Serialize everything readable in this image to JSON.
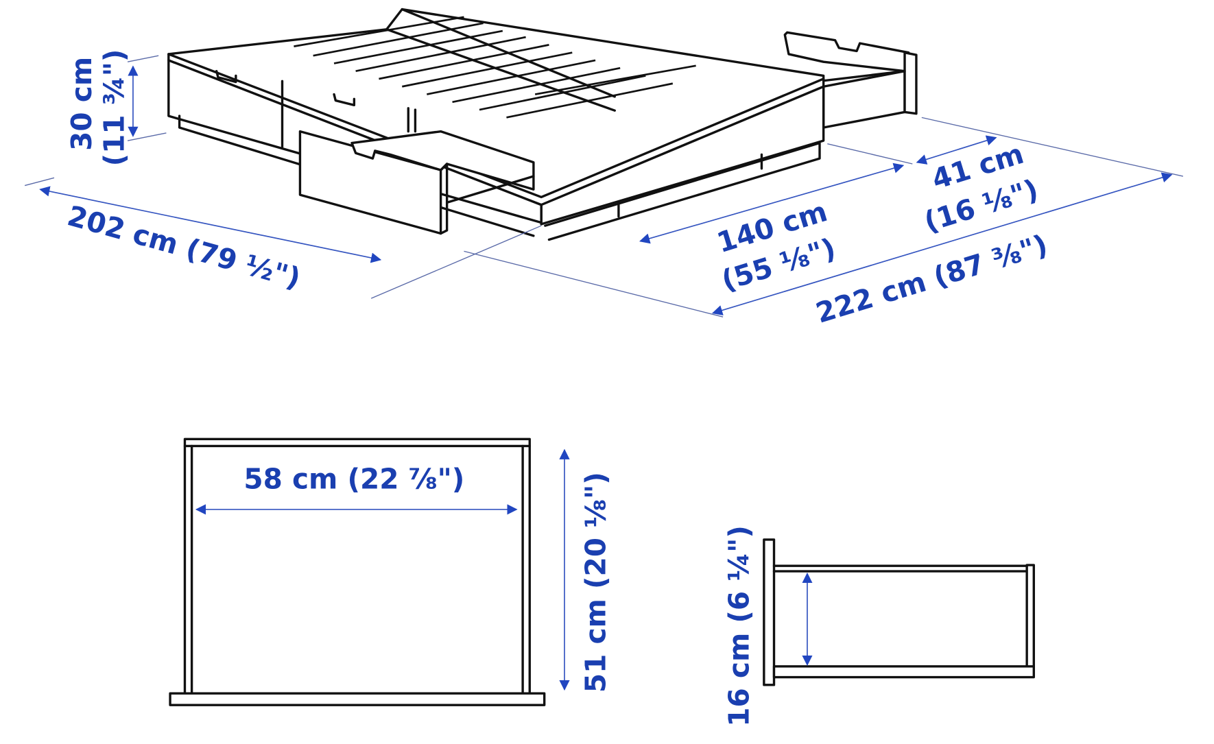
{
  "diagram": {
    "subject": "Bed frame with storage drawers — dimension drawing",
    "colors": {
      "line": "#111111",
      "dimension_text": "#1a3fb0",
      "dimension_line": "#3555c0",
      "background": "#ffffff"
    },
    "bed_dimensions": {
      "height": "30 cm",
      "height_in": "(11 ¾\")",
      "length": "202 cm (79 ½\")",
      "width": "140 cm",
      "width_in": "(55 ⅛\")",
      "drawer_extension": "41 cm",
      "drawer_extension_in": "(16 ⅛\")",
      "total_width_with_drawer": "222 cm (87 ⅜\")"
    },
    "drawer_top_view": {
      "width": "58 cm (22 ⅞\")",
      "depth": "51 cm (20 ⅛\")"
    },
    "drawer_side_view": {
      "height": "16 cm (6 ¼\")"
    }
  }
}
